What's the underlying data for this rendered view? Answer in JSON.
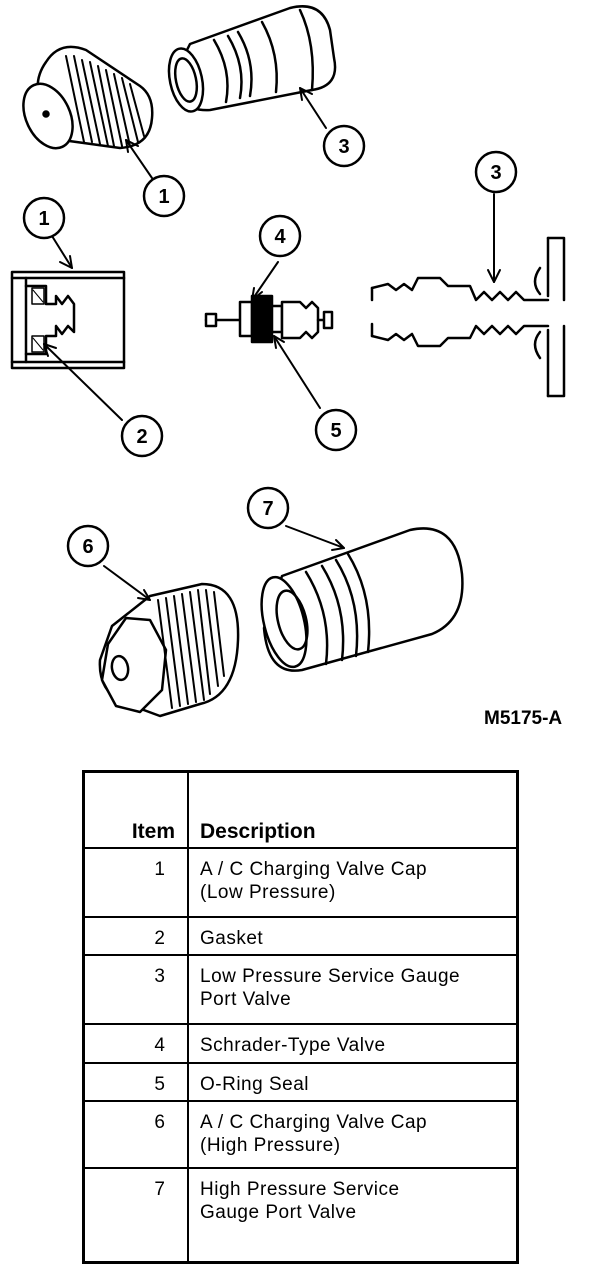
{
  "callouts": [
    "1",
    "3",
    "1",
    "2",
    "4",
    "5",
    "3",
    "6",
    "7"
  ],
  "figure_id": "M5175-A",
  "table": {
    "header_item": "Item",
    "header_description": "Description",
    "rows": [
      {
        "item": "1",
        "line1": "A / C Charging Valve Cap",
        "line2": "(Low Pressure)"
      },
      {
        "item": "2",
        "line1": "Gasket",
        "line2": ""
      },
      {
        "item": "3",
        "line1": "Low Pressure Service Gauge",
        "line2": "Port Valve"
      },
      {
        "item": "4",
        "line1": "Schrader-Type Valve",
        "line2": ""
      },
      {
        "item": "5",
        "line1": "O-Ring Seal",
        "line2": ""
      },
      {
        "item": "6",
        "line1": "A / C Charging Valve Cap",
        "line2": "(High Pressure)"
      },
      {
        "item": "7",
        "line1": "High Pressure Service",
        "line2": "Gauge Port Valve"
      }
    ]
  }
}
